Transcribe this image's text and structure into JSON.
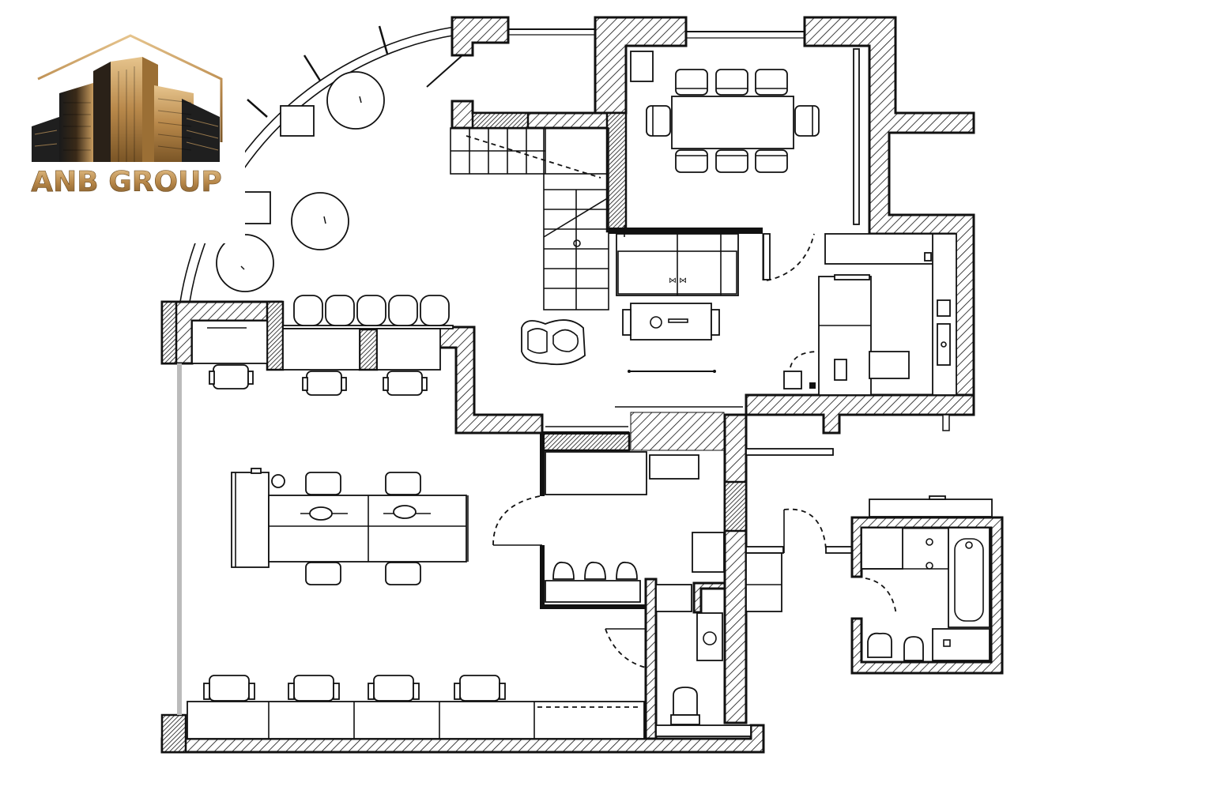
{
  "logo": {
    "text": "ANB GROUP",
    "colors": {
      "gold": "#b8884a",
      "gold_light": "#e2c08a",
      "dark": "#1b1b1b"
    }
  },
  "plan": {
    "line_color": "#111111",
    "glass_wall_color": "#bbbbbb",
    "rooms": [
      "lounge-area",
      "open-office",
      "meeting-room",
      "staircase",
      "reception",
      "kitchen",
      "storage",
      "wc",
      "bathroom"
    ]
  }
}
